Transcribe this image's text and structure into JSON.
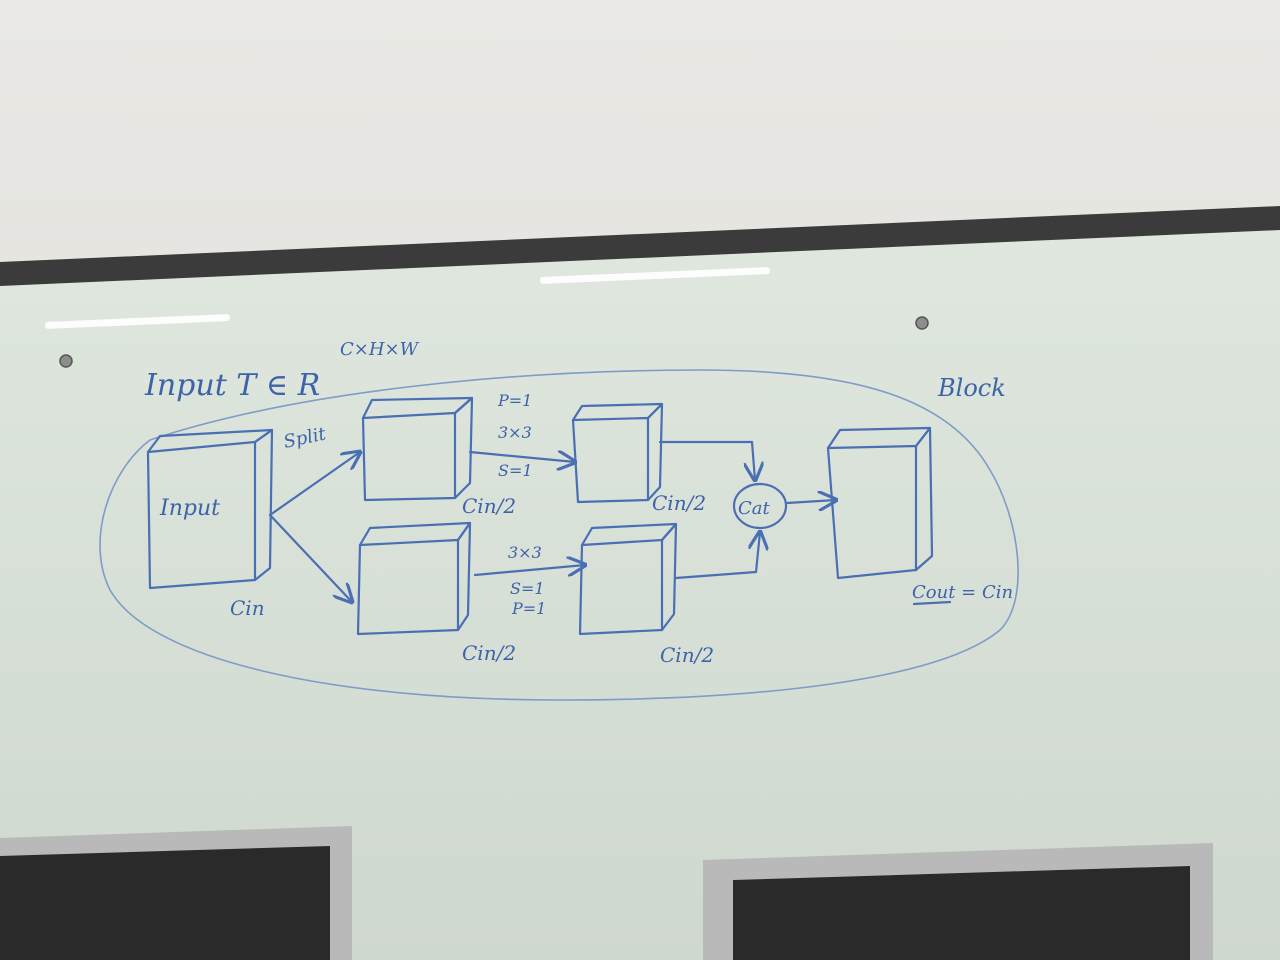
{
  "whiteboard": {
    "title": {
      "prefix": "Input T ∈ R",
      "superscript": "C×H×W"
    },
    "block_label": "Block",
    "nodes": {
      "input_box_label": "Input",
      "input_channels": "Cin",
      "split_label": "Split",
      "top_branch_in_channels": "Cin/2",
      "top_branch_out_channels": "Cin/2",
      "bottom_branch_in_channels": "Cin/2",
      "bottom_branch_out_channels": "Cin/2",
      "concat_label": "Cat",
      "output_channels": "Cout = Cin"
    },
    "conv_top": {
      "padding": "P=1",
      "kernel": "3×3",
      "stride": "S=1"
    },
    "conv_bottom": {
      "kernel": "3×3",
      "stride": "S=1",
      "padding": "P=1"
    }
  },
  "colors": {
    "marker": "#3d63a8",
    "board": "#d8e0d8",
    "frame": "#3a3b3a",
    "monitor_bezel": "#b9b9b9",
    "screen": "#2a2a2a"
  }
}
